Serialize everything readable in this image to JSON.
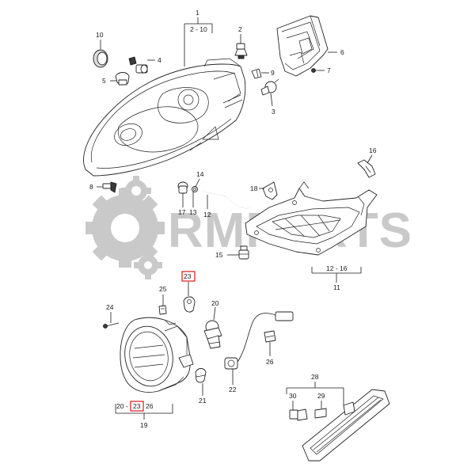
{
  "watermark": {
    "text": "RMPARTS"
  },
  "callouts": {
    "c1": "1",
    "c2_10": "2 - 10",
    "c2": "2",
    "c3": "3",
    "c4": "4",
    "c5": "5",
    "c6": "6",
    "c7": "7",
    "c8": "8",
    "c9": "9",
    "c10": "10",
    "c11": "11",
    "c12_16": "12 - 16",
    "c12": "12",
    "c13": "13",
    "c14": "14",
    "c15": "15",
    "c16": "16",
    "c17": "17",
    "c18": "18",
    "c19": "19",
    "c20_a": "20 -",
    "c23_b": "23",
    "c26_b": "26",
    "c20": "20",
    "c21": "21",
    "c22": "22",
    "c23": "23",
    "c24": "24",
    "c25": "25",
    "c26": "26",
    "c28": "28",
    "c29": "29",
    "c30": "30"
  },
  "highlight_color": "#e00000"
}
